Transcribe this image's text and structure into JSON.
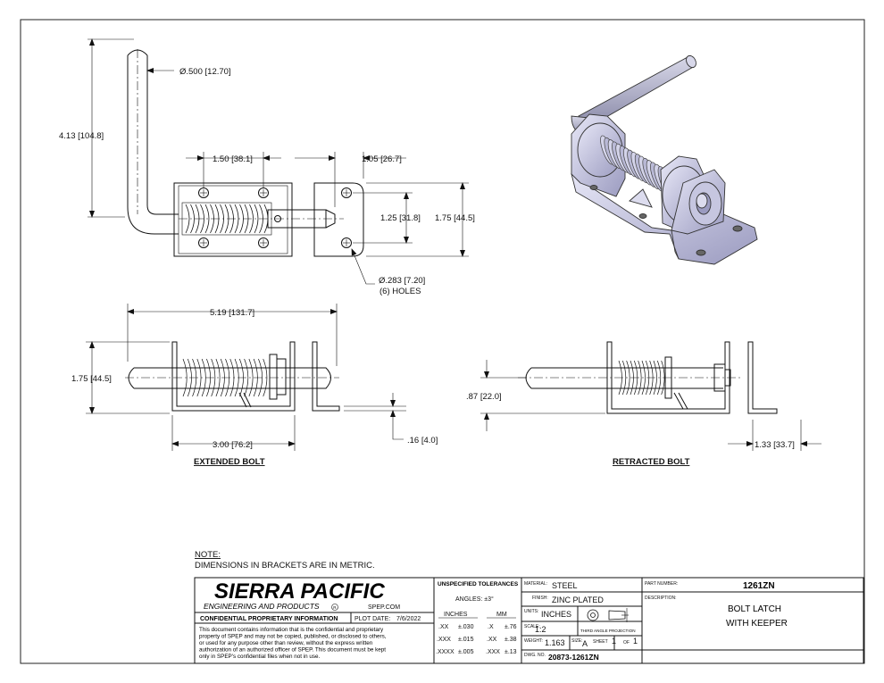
{
  "drawing": {
    "dimensions": {
      "d_pin": "Ø.500 [12.70]",
      "d_height": "4.13 [104.8]",
      "d_hole_spacing": "1.50 [38.1]",
      "d_keeper_width": "1.05 [26.7]",
      "d_keeper_holes": "1.25 [31.8]",
      "d_keeper_height": "1.75 [44.5]",
      "d_hole_dia": "Ø.283 [7.20]",
      "d_hole_count": "(6) HOLES",
      "d_overall_len": "5.19 [131.7]",
      "d_side_height": "1.75 [44.5]",
      "d_base_len": "3.00 [76.2]",
      "d_thickness": ".16 [4.0]",
      "d_axis_height": ".87 [22.0]",
      "d_keeper_depth": "1.33 [33.7]"
    },
    "view_labels": {
      "extended": "EXTENDED BOLT",
      "retracted": "RETRACTED BOLT"
    }
  },
  "note": {
    "title": "NOTE:",
    "text": "DIMENSIONS IN BRACKETS ARE IN METRIC."
  },
  "title_block": {
    "company": "SIERRA PACIFIC",
    "subtitle": "ENGINEERING AND PRODUCTS",
    "reg_mark": "R",
    "website": "SPEP.COM",
    "confidential_title": "CONFIDENTIAL PROPRIETARY INFORMATION",
    "plot_date_label": "PLOT DATE:",
    "plot_date": "7/6/2022",
    "confidential_text": [
      "This document contains information that is the confidential and proprietary",
      "property of SPEP and may not be copied, published, or disclosed to others,",
      "or used for any purpose  other than review, without the express written",
      "authorization of an authorized officer of SPEP. This document must be kept",
      "only in SPEP's confidential files when not in use."
    ],
    "tolerances_title": "UNSPECIFIED TOLERANCES",
    "angles": "ANGLES: ±3°",
    "inches_label": "INCHES",
    "mm_label": "MM",
    "tol_rows": [
      {
        "in_k": ".XX",
        "in_v": "±.030",
        "mm_k": ".X",
        "mm_v": "±.76"
      },
      {
        "in_k": ".XXX",
        "in_v": "±.015",
        "mm_k": ".XX",
        "mm_v": "±.38"
      },
      {
        "in_k": ".XXXX",
        "in_v": "±.005",
        "mm_k": ".XXX",
        "mm_v": "±.13"
      }
    ],
    "material_label": "MATERIAL:",
    "material": "STEEL",
    "finish_label": "FINISH:",
    "finish": "ZINC PLATED",
    "units_label": "UNITS:",
    "units": "INCHES",
    "projection_label": "THIRD ANGLE PROJECTION",
    "scale_label": "SCALE:",
    "scale": "1:2",
    "weight_label": "WEIGHT:",
    "weight": "1.163",
    "size_label": "SIZE:",
    "size": "A",
    "sheet_label": "SHEET",
    "sheet": "1",
    "of_label": "OF",
    "sheets": "1",
    "dwg_no_label": "DWG. NO.",
    "dwg_no": "20873-1261ZN",
    "part_number_label": "PART NUMBER:",
    "part_number": "1261ZN",
    "description_label": "DESCRIPTION:",
    "description_1": "BOLT LATCH",
    "description_2": "WITH KEEPER"
  }
}
